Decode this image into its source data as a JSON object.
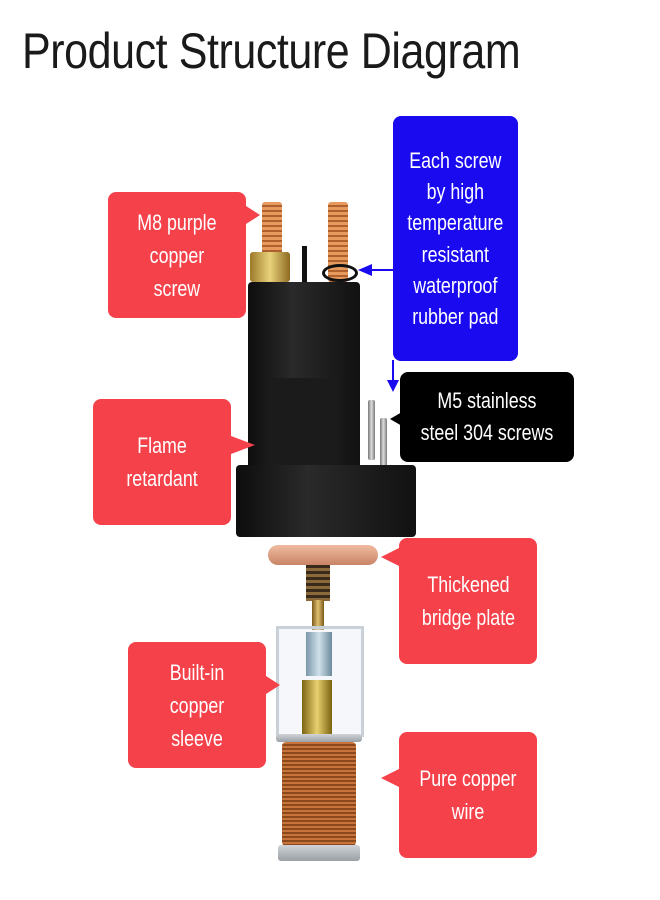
{
  "title": "Product Structure Diagram",
  "callouts": {
    "m8_screw": {
      "line1": "M8 purple",
      "line2": "copper",
      "line3": "screw",
      "color": "#f4414a"
    },
    "rubber_pad": {
      "line1": "Each screw",
      "line2": "by high",
      "line3": "temperature",
      "line4": "resistant",
      "line5": "waterproof",
      "line6": "rubber pad",
      "color": "#1a0af0"
    },
    "m5_screws": {
      "line1": "M5 stainless",
      "line2": "steel 304 screws",
      "color": "#000000"
    },
    "flame": {
      "line1": "Flame",
      "line2": "retardant",
      "color": "#f4414a"
    },
    "bridge": {
      "line1": "Thickened",
      "line2": "bridge plate",
      "color": "#f4414a"
    },
    "sleeve": {
      "line1": "Built-in copper",
      "line2": "sleeve",
      "color": "#f4414a"
    },
    "wire": {
      "line1": "Pure copper",
      "line2": "wire",
      "color": "#f4414a"
    }
  }
}
